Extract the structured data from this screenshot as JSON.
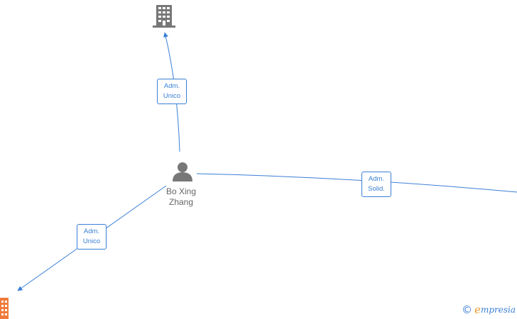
{
  "nodes": {
    "company_top": {
      "icon": "building-icon",
      "color": "#777777"
    },
    "person": {
      "icon": "person-icon",
      "color": "#777777",
      "name_line1": "Bo Xing",
      "name_line2": "Zhang"
    },
    "company_bottom_left": {
      "icon": "building-icon",
      "color": "#f07a3b"
    }
  },
  "edges": [
    {
      "id": "to-top-company",
      "label_line1": "Adm.",
      "label_line2": "Unico"
    },
    {
      "id": "to-bottom-left-company",
      "label_line1": "Adm.",
      "label_line2": "Unico"
    },
    {
      "id": "to-right",
      "label_line1": "Adm.",
      "label_line2": "Solid."
    }
  ],
  "edge_color": "#3a7fd5",
  "watermark": {
    "symbol": "©",
    "brand_first": "e",
    "brand_rest": "mpresia"
  }
}
